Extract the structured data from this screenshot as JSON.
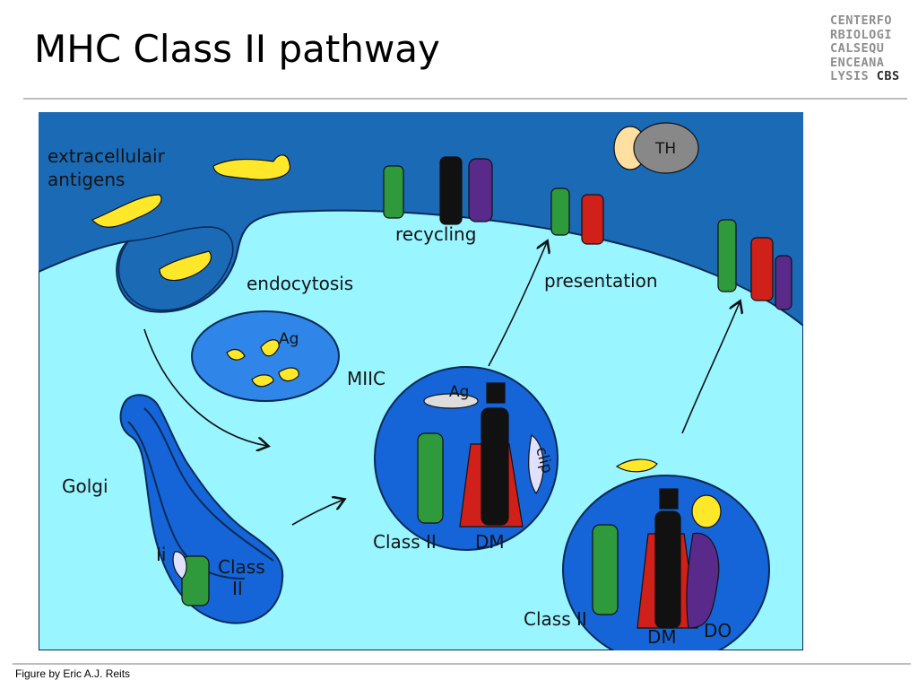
{
  "slide": {
    "title": "MHC Class II pathway",
    "caption": "Figure by Eric A.J. Reits"
  },
  "logo": {
    "lines": [
      "CENTERFO",
      "RBIOLOGI",
      "CALSEQU",
      "ENCEANA"
    ],
    "last_line_prefix": "LYSIS ",
    "last_line_strong": "CBS"
  },
  "diagram": {
    "labels": {
      "extracellular": "extracellulair",
      "antigens": "antigens",
      "recycling": "recycling",
      "endocytosis": "endocytosis",
      "presentation": "presentation",
      "ag_vesicle": "Ag",
      "miic": "MIIC",
      "ag_miic": "Ag",
      "clip": "clip",
      "golgi": "Golgi",
      "ii": "Ii",
      "class": "Class",
      "ii_roman": "II",
      "class_ii_miic": "Class II",
      "dm_miic": "DM",
      "class_ii_do": "Class II",
      "dm_do": "DM",
      "do": "DO",
      "th": "TH"
    },
    "colors": {
      "outside": "#1b6ab6",
      "cytoplasm": "#99f5ff",
      "vesicle": "#1565d8",
      "vesicle_light": "#2f86e8",
      "antigen": "#ffe82a",
      "green_figure": "#2f9a3c",
      "red_cape": "#d0201a",
      "purple_dress": "#5a2a8a"
    }
  }
}
